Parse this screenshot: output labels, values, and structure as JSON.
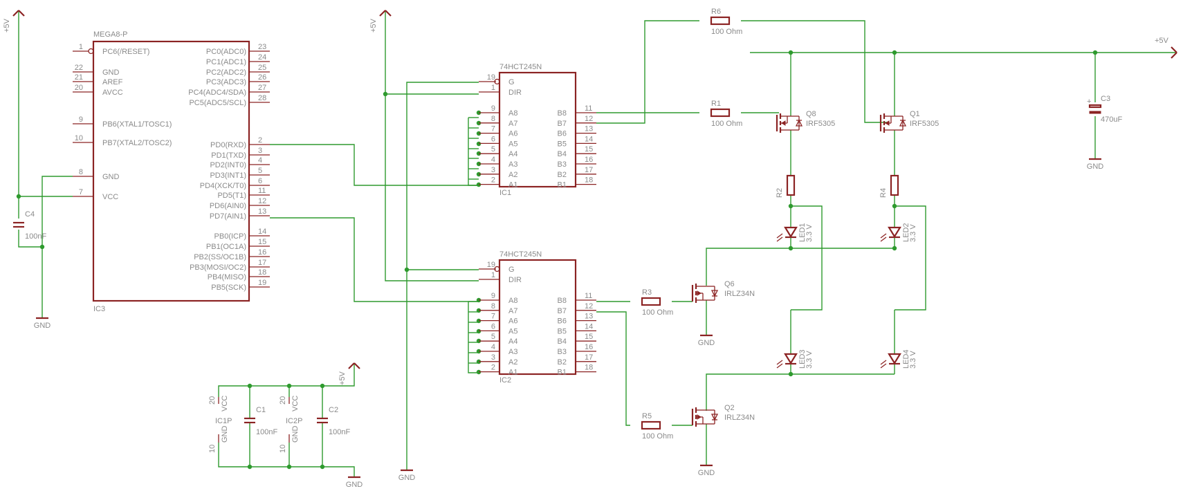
{
  "power": {
    "vcc": "+5V",
    "gnd": "GND"
  },
  "ic3": {
    "part": "MEGA8-P",
    "ref": "IC3",
    "left_pins": [
      {
        "num": "1",
        "name": "PC6(/RESET)"
      },
      {
        "num": "22",
        "name": "GND"
      },
      {
        "num": "21",
        "name": "AREF"
      },
      {
        "num": "20",
        "name": "AVCC"
      },
      {
        "num": "9",
        "name": "PB6(XTAL1/TOSC1)"
      },
      {
        "num": "10",
        "name": "PB7(XTAL2/TOSC2)"
      },
      {
        "num": "8",
        "name": "GND"
      },
      {
        "num": "7",
        "name": "VCC"
      }
    ],
    "right_pins": [
      {
        "num": "23",
        "name": "PC0(ADC0)"
      },
      {
        "num": "24",
        "name": "PC1(ADC1)"
      },
      {
        "num": "25",
        "name": "PC2(ADC2)"
      },
      {
        "num": "26",
        "name": "PC3(ADC3)"
      },
      {
        "num": "27",
        "name": "PC4(ADC4/SDA)"
      },
      {
        "num": "28",
        "name": "PC5(ADC5/SCL)"
      },
      {
        "num": "2",
        "name": "PD0(RXD)"
      },
      {
        "num": "3",
        "name": "PD1(TXD)"
      },
      {
        "num": "4",
        "name": "PD2(INT0)"
      },
      {
        "num": "5",
        "name": "PD3(INT1)"
      },
      {
        "num": "6",
        "name": "PD4(XCK/T0)"
      },
      {
        "num": "11",
        "name": "PD5(T1)"
      },
      {
        "num": "12",
        "name": "PD6(AIN0)"
      },
      {
        "num": "13",
        "name": "PD7(AIN1)"
      },
      {
        "num": "14",
        "name": "PB0(ICP)"
      },
      {
        "num": "15",
        "name": "PB1(OC1A)"
      },
      {
        "num": "16",
        "name": "PB2(SS/OC1B)"
      },
      {
        "num": "17",
        "name": "PB3(MOSI/OC2)"
      },
      {
        "num": "18",
        "name": "PB4(MISO)"
      },
      {
        "num": "19",
        "name": "PB5(SCK)"
      }
    ]
  },
  "buffers": [
    {
      "part": "74HCT245N",
      "ref": "IC1",
      "g_pin": {
        "num": "19",
        "name": "G"
      },
      "dir_pin": {
        "num": "1",
        "name": "DIR"
      },
      "a_pins": [
        {
          "num": "9",
          "name": "A8"
        },
        {
          "num": "8",
          "name": "A7"
        },
        {
          "num": "7",
          "name": "A6"
        },
        {
          "num": "6",
          "name": "A5"
        },
        {
          "num": "5",
          "name": "A4"
        },
        {
          "num": "4",
          "name": "A3"
        },
        {
          "num": "3",
          "name": "A2"
        },
        {
          "num": "2",
          "name": "A1"
        }
      ],
      "b_pins": [
        {
          "num": "11",
          "name": "B8"
        },
        {
          "num": "12",
          "name": "B7"
        },
        {
          "num": "13",
          "name": "B6"
        },
        {
          "num": "14",
          "name": "B5"
        },
        {
          "num": "15",
          "name": "B4"
        },
        {
          "num": "16",
          "name": "B3"
        },
        {
          "num": "17",
          "name": "B2"
        },
        {
          "num": "18",
          "name": "B1"
        }
      ]
    },
    {
      "part": "74HCT245N",
      "ref": "IC2",
      "g_pin": {
        "num": "19",
        "name": "G"
      },
      "dir_pin": {
        "num": "1",
        "name": "DIR"
      },
      "a_pins": [
        {
          "num": "9",
          "name": "A8"
        },
        {
          "num": "8",
          "name": "A7"
        },
        {
          "num": "7",
          "name": "A6"
        },
        {
          "num": "6",
          "name": "A5"
        },
        {
          "num": "5",
          "name": "A4"
        },
        {
          "num": "4",
          "name": "A3"
        },
        {
          "num": "3",
          "name": "A2"
        },
        {
          "num": "2",
          "name": "A1"
        }
      ],
      "b_pins": [
        {
          "num": "11",
          "name": "B8"
        },
        {
          "num": "12",
          "name": "B7"
        },
        {
          "num": "13",
          "name": "B6"
        },
        {
          "num": "14",
          "name": "B5"
        },
        {
          "num": "15",
          "name": "B4"
        },
        {
          "num": "16",
          "name": "B3"
        },
        {
          "num": "17",
          "name": "B2"
        },
        {
          "num": "18",
          "name": "B1"
        }
      ]
    }
  ],
  "resistors": [
    {
      "ref": "R6",
      "value": "100 Ohm"
    },
    {
      "ref": "R1",
      "value": "100 Ohm"
    },
    {
      "ref": "R3",
      "value": "100 Ohm"
    },
    {
      "ref": "R5",
      "value": "100 Ohm"
    },
    {
      "ref": "R2",
      "value": ""
    },
    {
      "ref": "R4",
      "value": ""
    }
  ],
  "transistors": [
    {
      "ref": "Q8",
      "value": "IRF5305"
    },
    {
      "ref": "Q1",
      "value": "IRF5305"
    },
    {
      "ref": "Q6",
      "value": "IRLZ34N"
    },
    {
      "ref": "Q2",
      "value": "IRLZ34N"
    }
  ],
  "leds": [
    {
      "ref": "LED1",
      "value": "3.3 V"
    },
    {
      "ref": "LED2",
      "value": "3.3 V"
    },
    {
      "ref": "LED3",
      "value": "3.3 V"
    },
    {
      "ref": "LED4",
      "value": "3.3 V"
    }
  ],
  "capacitors": [
    {
      "ref": "C3",
      "value": "470uF"
    },
    {
      "ref": "C4",
      "value": "100nF"
    },
    {
      "ref": "C1",
      "value": "100nF"
    },
    {
      "ref": "C2",
      "value": "100nF"
    }
  ],
  "supply_parts": [
    {
      "ref": "IC1P",
      "vcc_pin": "20",
      "vcc_name": "VCC",
      "gnd_pin": "10",
      "gnd_name": "GND"
    },
    {
      "ref": "IC2P",
      "vcc_pin": "20",
      "vcc_name": "VCC",
      "gnd_pin": "10",
      "gnd_name": "GND"
    }
  ]
}
